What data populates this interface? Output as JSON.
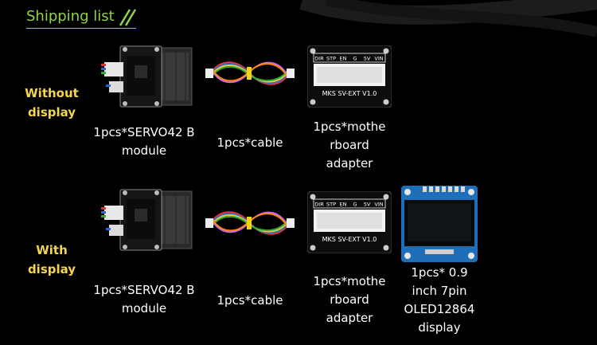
{
  "header": {
    "title": "Shipping list"
  },
  "rows": [
    {
      "label": "Without display",
      "items": [
        {
          "icon": "servo42b-module-icon",
          "caption": "1pcs*SERVO42 B module"
        },
        {
          "icon": "cable-icon",
          "caption": "1pcs*cable"
        },
        {
          "icon": "adapter-board-icon",
          "caption": "1pcs*mothe rboard adapter",
          "pins": [
            "DIR",
            "STP",
            "EN",
            "G",
            "5V",
            "VIN"
          ],
          "board_text": "MKS SV-EXT V1.0"
        }
      ]
    },
    {
      "label": "With display",
      "items": [
        {
          "icon": "servo42b-module-icon",
          "caption": "1pcs*SERVO42 B module"
        },
        {
          "icon": "cable-icon",
          "caption": "1pcs*cable"
        },
        {
          "icon": "adapter-board-icon",
          "caption": "1pcs*mothe rboard adapter",
          "pins": [
            "DIR",
            "STP",
            "EN",
            "G",
            "5V",
            "VIN"
          ],
          "board_text": "MKS SV-EXT V1.0"
        },
        {
          "icon": "oled-display-icon",
          "caption": "1pcs* 0.9 inch 7pin OLED12864 display"
        }
      ]
    }
  ],
  "colors": {
    "accent": "#8fd34a",
    "label": "#f5d54a",
    "background": "#000000",
    "text": "#ffffff"
  }
}
